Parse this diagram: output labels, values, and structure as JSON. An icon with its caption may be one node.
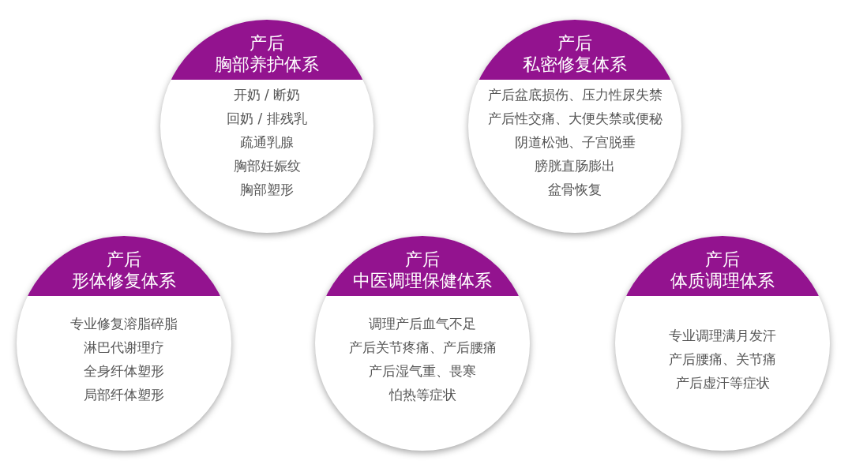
{
  "diagram": {
    "nodes": [
      {
        "text": [
          "产后",
          "胸部养护体系",
          "开奶 / 断奶",
          "回奶 / 排残乳",
          "疏通乳腺",
          "胸部妊娠纹",
          "胸部塑形"
        ]
      },
      {
        "text": [
          "产后",
          "私密修复体系",
          "产后盆底损伤、压力性尿失禁",
          "产后性交痛、大便失禁或便秘",
          "阴道松弛、子宫脱垂",
          "膀胱直肠膨出",
          "盆骨恢复"
        ]
      },
      {
        "text": [
          "产后",
          "形体修复体系",
          "专业修复溶脂碎脂",
          "淋巴代谢理疗",
          "全身纤体塑形",
          "局部纤体塑形"
        ]
      },
      {
        "text": [
          "产后",
          "中医调理保健体系",
          "调理产后血气不足",
          "产后关节疼痛、产后腰痛",
          "产后湿气重、畏寒",
          "怕热等症状"
        ]
      },
      {
        "text": [
          "产后",
          "体质调理体系",
          "专业调理满月发汗",
          "产后腰痛、关节痛",
          "产后虚汗等症状"
        ]
      }
    ]
  }
}
